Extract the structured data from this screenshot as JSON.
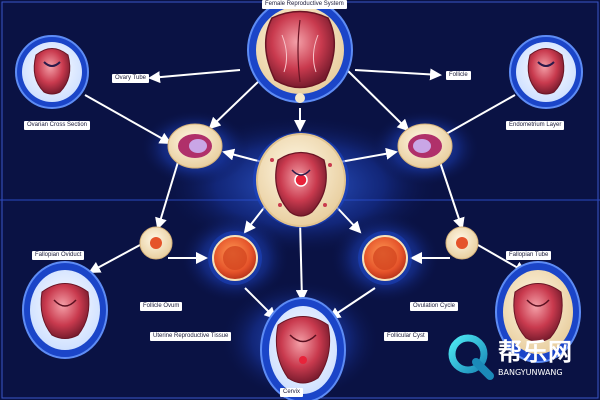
{
  "diagram": {
    "title_text": "Female Reproductive System",
    "labels": {
      "top_left_small": "Ovary Tube",
      "top_right_small": "Follicle",
      "left_organ": "Ovarian Cross Section",
      "right_organ": "Endometrium Layer",
      "left_mid": "Fallopian Oviduct",
      "right_mid": "Fallopian Tube",
      "lower_left": "Follicle Ovum",
      "lower_right": "Ovulation Cycle",
      "bottom_left_wide": "Uterine Reproductive Tissue",
      "bottom_right_wide": "Follicular Cyst",
      "bottom_center": "Cervix"
    },
    "colors": {
      "background": "#0a1244",
      "glow": "#1f4fd6",
      "ring": "#2b5fe0",
      "cream": "#f5e8c8",
      "tissue": "#c93a4e",
      "orange": "#e86430"
    }
  },
  "watermark": {
    "chinese": "帮乐网",
    "latin": "BANGYUNWANG",
    "logo_icon": "q-magnifier-logo"
  }
}
